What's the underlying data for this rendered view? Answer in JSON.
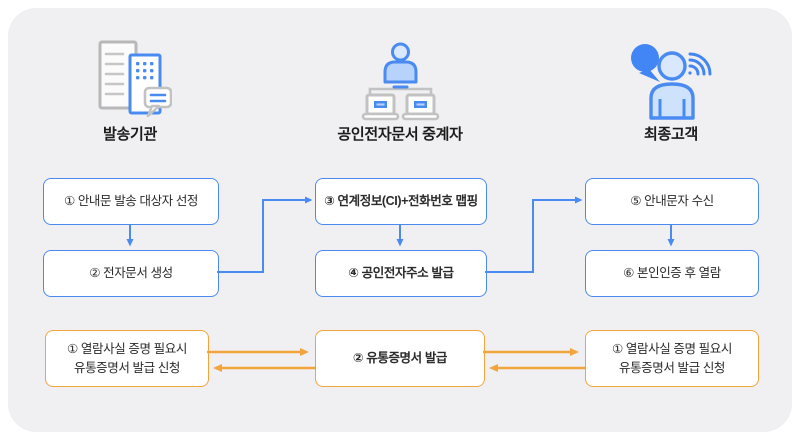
{
  "diagram": {
    "columns": [
      {
        "label": "발송기관",
        "icon": "sender-building-icon"
      },
      {
        "label": "공인전자문서 중계자",
        "icon": "relay-operator-icon"
      },
      {
        "label": "최종고객",
        "icon": "end-customer-icon"
      }
    ],
    "blue_steps": [
      {
        "label": "① 안내문 발송 대상자 선정"
      },
      {
        "label": "② 전자문서 생성"
      },
      {
        "label": "③ 연계정보(CI)+전화번호 맵핑"
      },
      {
        "label": "④ 공인전자주소 발급"
      },
      {
        "label": "⑤ 안내문자 수신"
      },
      {
        "label": "⑥ 본인인증 후 열람"
      }
    ],
    "orange_steps": [
      {
        "line1": "① 열람사실 증명 필요시",
        "line2": "유통증명서 발급 신청"
      },
      {
        "line1": "② 유통증명서 발급",
        "line2": ""
      },
      {
        "line1": "① 열람사실 증명 필요시",
        "line2": "유통증명서 발급 신청"
      }
    ],
    "colors": {
      "blue_line": "#4a8bf2",
      "blue_fill_light": "#d9e8fd",
      "blue_solid": "#4285f4",
      "orange_line": "#f2a43d",
      "card_background": "#f0f0f2",
      "gray_icon": "#bcbcbc",
      "text": "#2b2b2b"
    }
  }
}
